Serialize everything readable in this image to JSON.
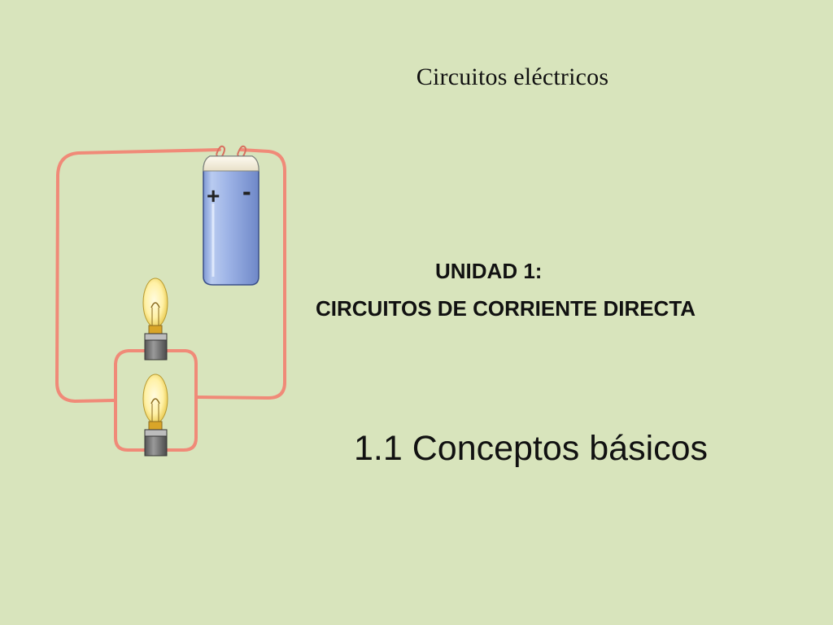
{
  "slide": {
    "background_color": "#d8e4bc",
    "header_title": "Circuitos eléctricos",
    "unit_title": "UNIDAD 1:",
    "unit_subtitle": "CIRCUITOS DE CORRIENTE DIRECTA",
    "section_title": "1.1 Conceptos básicos"
  },
  "illustration": {
    "battery_plus_label": "+",
    "battery_minus_label": "-",
    "wire_color": "#f08a78",
    "battery_color": "#9db3e6",
    "bulb_count": 2
  }
}
